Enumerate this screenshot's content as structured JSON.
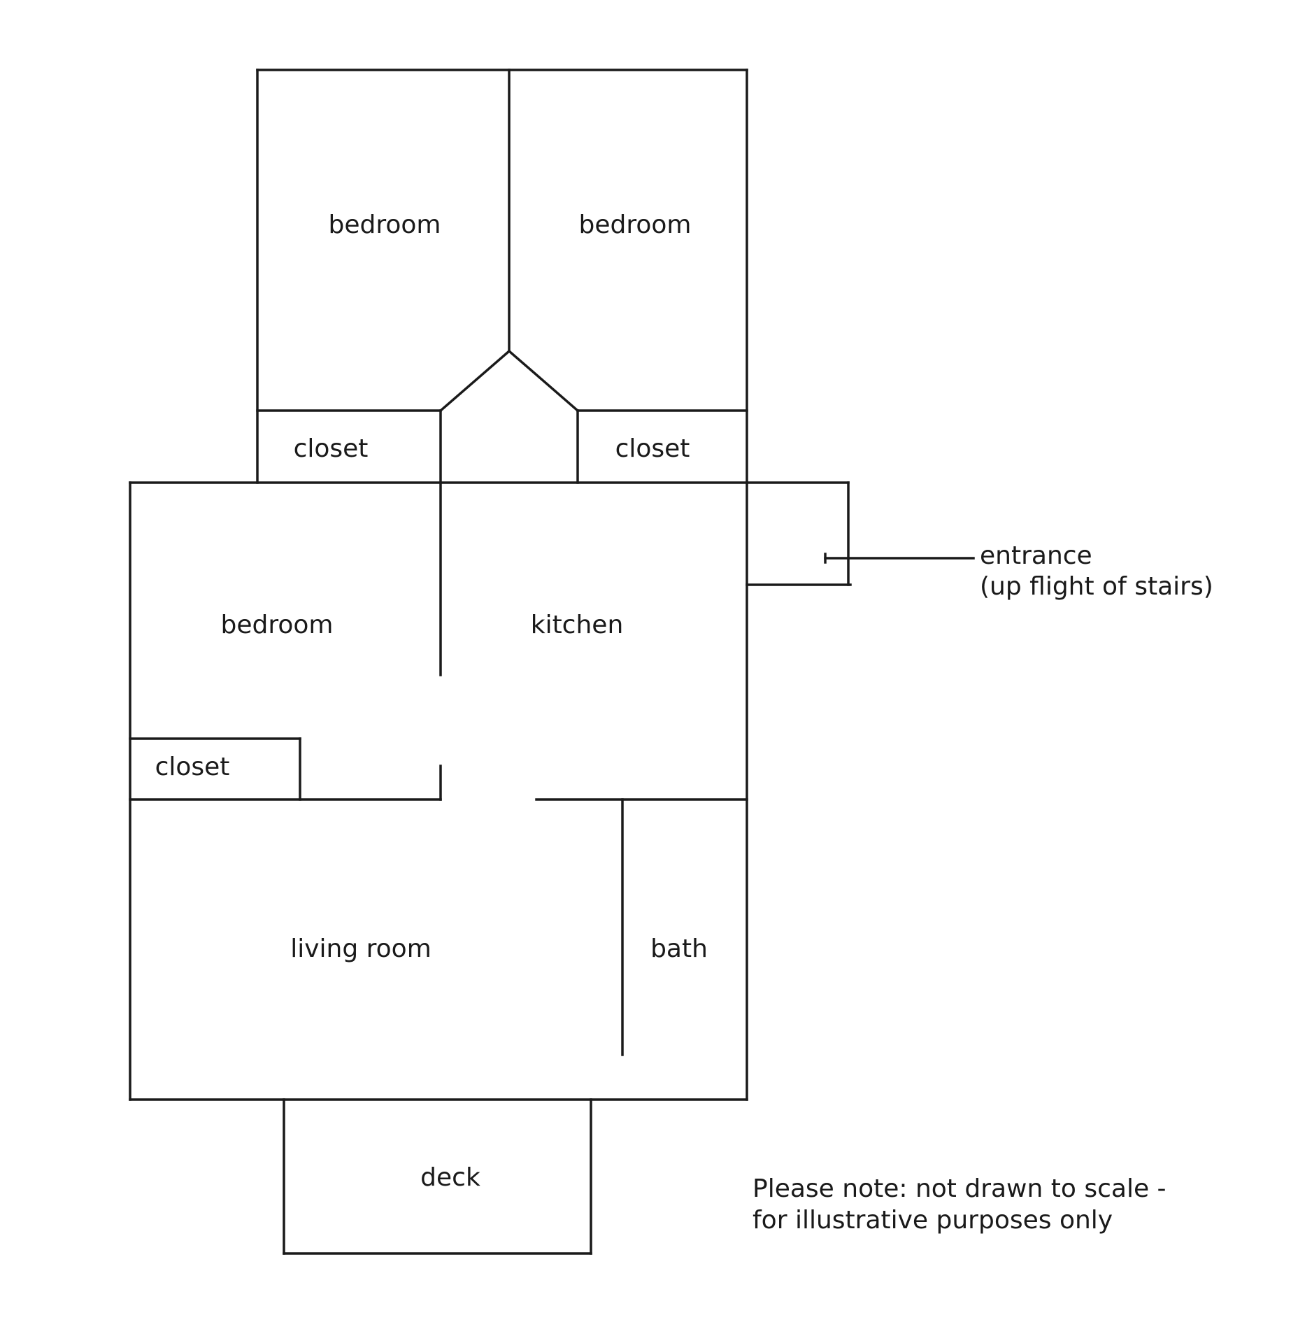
{
  "rooms": {
    "bedroom_upper_left": "bedroom",
    "bedroom_upper_right": "bedroom",
    "closet_upper_left": "closet",
    "closet_upper_right": "closet",
    "bedroom_lower": "bedroom",
    "kitchen": "kitchen",
    "closet_lower": "closet",
    "living_room": "living room",
    "bath": "bath",
    "deck": "deck"
  },
  "entrance": {
    "line1": "entrance",
    "line2": "(up flight of stairs)"
  },
  "note": {
    "line1": "Please note: not drawn to scale -",
    "line2": "for illustrative purposes only"
  },
  "colors": {
    "wall": "#1a1a1a",
    "background": "#ffffff"
  }
}
